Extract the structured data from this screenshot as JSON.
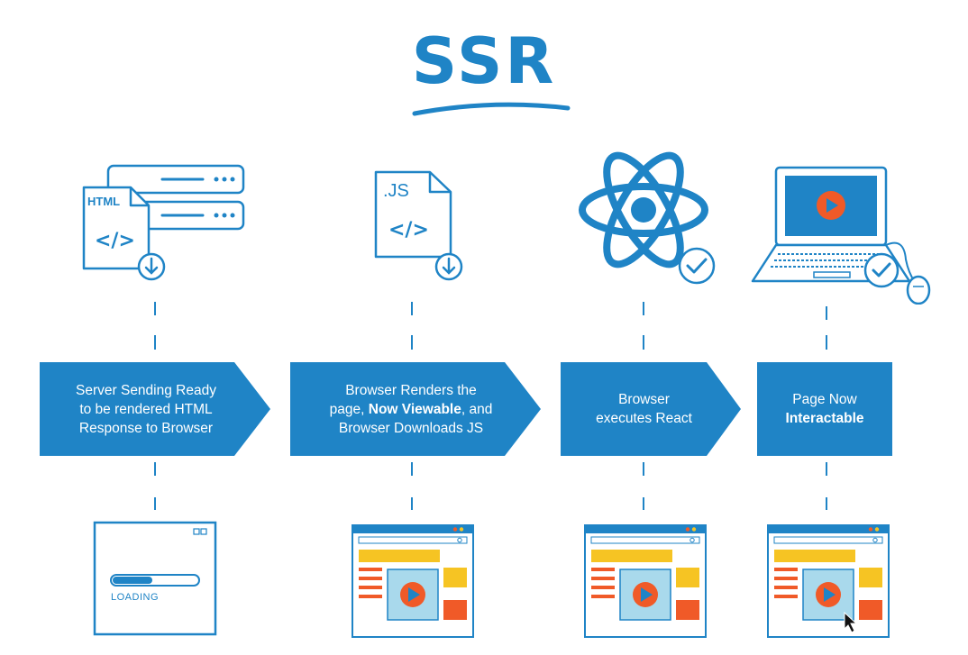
{
  "title": "SSR",
  "colors": {
    "blue": "#1F84C6",
    "yellow": "#F6C423",
    "orange": "#F05A28",
    "lightblue": "#A9D9EC"
  },
  "icons": {
    "step1": "html-file-download-icon",
    "step2": "js-file-download-icon",
    "step3": "react-atom-check-icon",
    "step4": "laptop-play-check-icon"
  },
  "steps": [
    {
      "lines": [
        "Server Sending Ready",
        "to be rendered HTML",
        "Response to Browser"
      ]
    },
    {
      "line1": "Browser Renders the",
      "line2_pre": "page, ",
      "line2_bold": "Now Viewable",
      "line2_post": ", and",
      "line3": "Browser Downloads JS"
    },
    {
      "lines": [
        "Browser",
        "executes React"
      ]
    },
    {
      "line1": "Page Now",
      "line2_bold": "Interactable"
    }
  ],
  "file_labels": {
    "html": "HTML",
    "js": ".JS",
    "code": "</>"
  },
  "loading_label": "LOADING"
}
